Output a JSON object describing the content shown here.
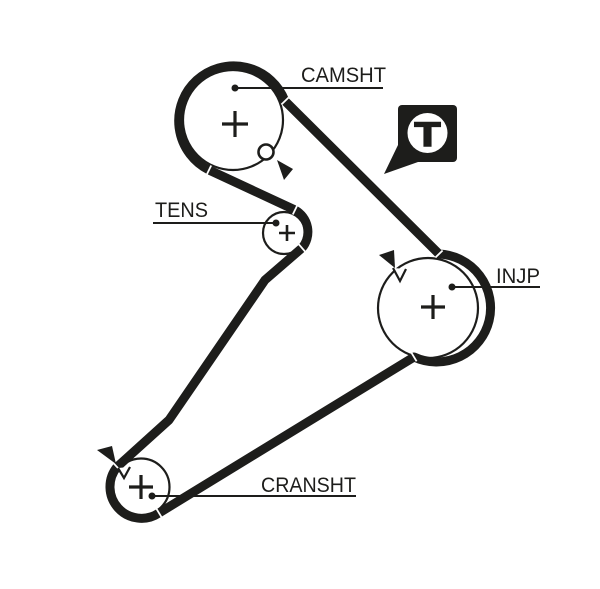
{
  "labels": {
    "camshaft": "CAMSHT",
    "tensioner": "TENS",
    "injection_pump": "INJP",
    "crankshaft": "CRANSHT"
  },
  "badge": {
    "letter": "T"
  },
  "icons": {
    "tension_badge": "letter-T-in-circle-speech-bubble",
    "timing_mark_arrow": "solid-triangle-pointer",
    "timing_mark_notch": "v-notch-on-pulley-rim",
    "timing_mark_hole": "small-circle-on-pulley"
  },
  "colors": {
    "ink": "#1d1d1b",
    "background": "#ffffff"
  }
}
